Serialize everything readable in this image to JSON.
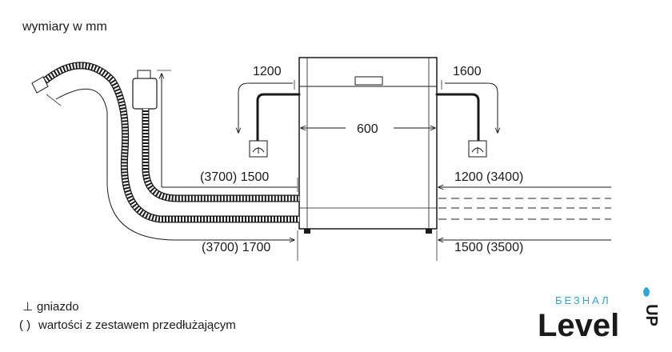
{
  "header": {
    "units_note": "wymiary w mm"
  },
  "dimensions": {
    "appliance_width": "600",
    "left_top": "1200",
    "right_top": "1600",
    "left_upper_hose": "(3700) 1500",
    "right_upper": "1200 (3400)",
    "left_lower_hose": "(3700) 1700",
    "right_lower": "1500 (3500)"
  },
  "legend": {
    "socket_symbol": "⊥",
    "socket_label": "gniazdo",
    "paren_symbol": "( )",
    "paren_label": "wartości z zestawem przedłużającym"
  },
  "logo": {
    "top_text": "БЕЗНАЛ",
    "main_text": "Level",
    "side_text": "UP",
    "accent_color": "#2aa6d8"
  },
  "colors": {
    "line": "#1a1a1a",
    "background": "#ffffff"
  }
}
